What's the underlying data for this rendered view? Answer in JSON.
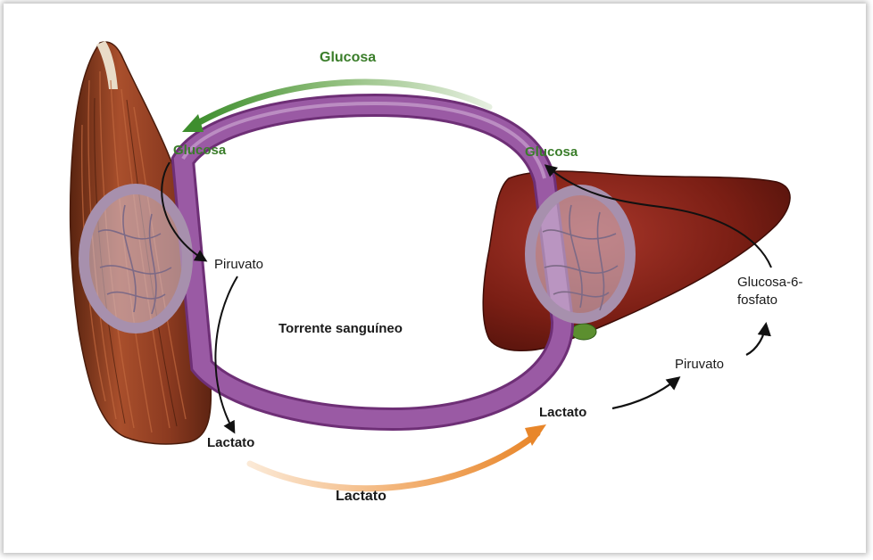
{
  "labels": {
    "glucosa_top": "Glucosa",
    "glucosa_muscle": "Glucosa",
    "glucosa_liver": "Glucosa",
    "piruvato_muscle": "Piruvato",
    "lactato_muscle": "Lactato",
    "torrente": "Torrente sanguíneo",
    "lactato_liver": "Lactato",
    "piruvato_liver": "Piruvato",
    "glucosa6_line1": "Glucosa-6-",
    "glucosa6_line2": "fosfato",
    "lactato_bottom": "Lactato"
  },
  "colors": {
    "vessel": "#8e4f97",
    "vessel_light": "#c9a2cf",
    "muscle": "#8b3a20",
    "liver": "#7a1e14",
    "glucose_arrow": "#3e8e2e",
    "lactate_arrow": "#e8862a"
  }
}
